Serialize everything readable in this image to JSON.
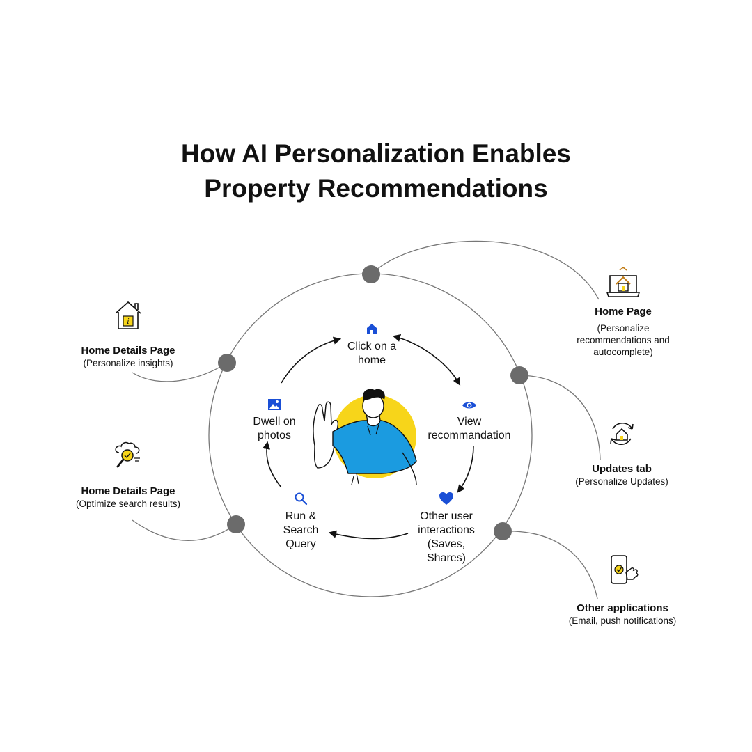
{
  "title": {
    "line1": "How AI Personalization Enables",
    "line2": "Property Recommendations"
  },
  "cycle_steps": [
    {
      "line1": "Click on a",
      "line2": "home",
      "icon": "home-icon"
    },
    {
      "line1": "View",
      "line2": "recommandation",
      "icon": "eye-icon"
    },
    {
      "line1": "Other user",
      "line2": "interactions",
      "line3": "(Saves,",
      "line4": "Shares)",
      "icon": "heart-icon"
    },
    {
      "line1": "Run &",
      "line2": "Search",
      "line3": "Query",
      "icon": "search-icon"
    },
    {
      "line1": "Dwell on",
      "line2": "photos",
      "icon": "image-icon"
    }
  ],
  "outer_nodes": [
    {
      "title": "Home Page",
      "sub1": "(Personalize",
      "sub2": "recommendations and",
      "sub3": "autocomplete)",
      "icon": "laptop-house-icon"
    },
    {
      "title": "Updates tab",
      "sub1": "(Personalize Updates)",
      "icon": "refresh-house-icon"
    },
    {
      "title": "Other applications",
      "sub1": "(Email, push notifications)",
      "icon": "phone-tap-icon"
    },
    {
      "title": "Home Details Page",
      "sub1": "(Personalize insights)",
      "icon": "house-info-icon"
    },
    {
      "title": "Home Details Page",
      "sub1": "(Optimize search results)",
      "icon": "house-search-icon"
    }
  ],
  "colors": {
    "accent_blue": "#1a4fd6",
    "node_gray": "#6b6b6b",
    "line_gray": "#7a7a7a",
    "person_shirt": "#1b9be0",
    "sun_yellow": "#f7d51a"
  }
}
